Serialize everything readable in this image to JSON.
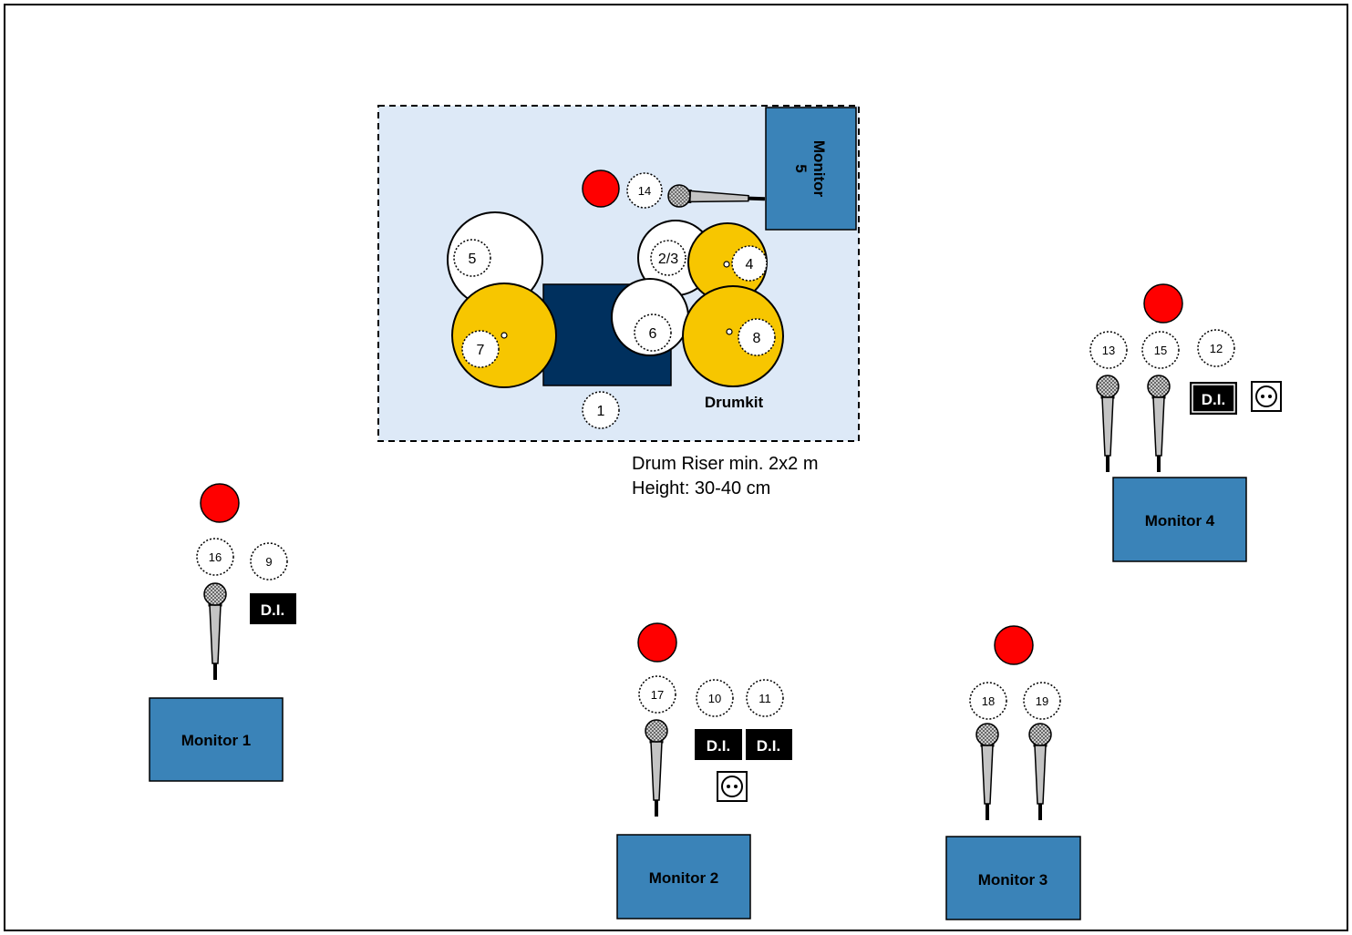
{
  "colors": {
    "riser_fill": "#dde9f7",
    "monitor_fill": "#3a83b8",
    "cymbal_fill": "#f7c600",
    "drum_fill": "#ffffff",
    "throne_fill": "#00305e",
    "power_dot": "#ff0000",
    "di_fill": "#000000"
  },
  "riser": {
    "label_line1": "Drum Riser min. 2x2 m",
    "label_line2": "Height: 30-40 cm"
  },
  "drumkit": {
    "label": "Drumkit",
    "channels": {
      "kick": "1",
      "toms_rack": "2/3",
      "hihat": "4",
      "floor_tom_big": "5",
      "snare": "6",
      "cymbal_left": "7",
      "cymbal_right": "8",
      "vocal": "14"
    },
    "icons": [
      "power-dot-icon",
      "microphone-icon"
    ]
  },
  "monitors": {
    "m1": "Monitor 1",
    "m2": "Monitor 2",
    "m3": "Monitor 3",
    "m4": "Monitor 4",
    "m5_line1": "Monitor",
    "m5_line2": "5"
  },
  "positions": {
    "left": {
      "channels": [
        "16",
        "9"
      ],
      "di": [
        "D.I."
      ]
    },
    "center": {
      "channels": [
        "17",
        "10",
        "11"
      ],
      "di": [
        "D.I.",
        "D.I."
      ]
    },
    "right_center": {
      "channels": [
        "18",
        "19"
      ]
    },
    "right": {
      "channels": [
        "13",
        "15",
        "12"
      ],
      "di": [
        "D.I."
      ]
    }
  }
}
